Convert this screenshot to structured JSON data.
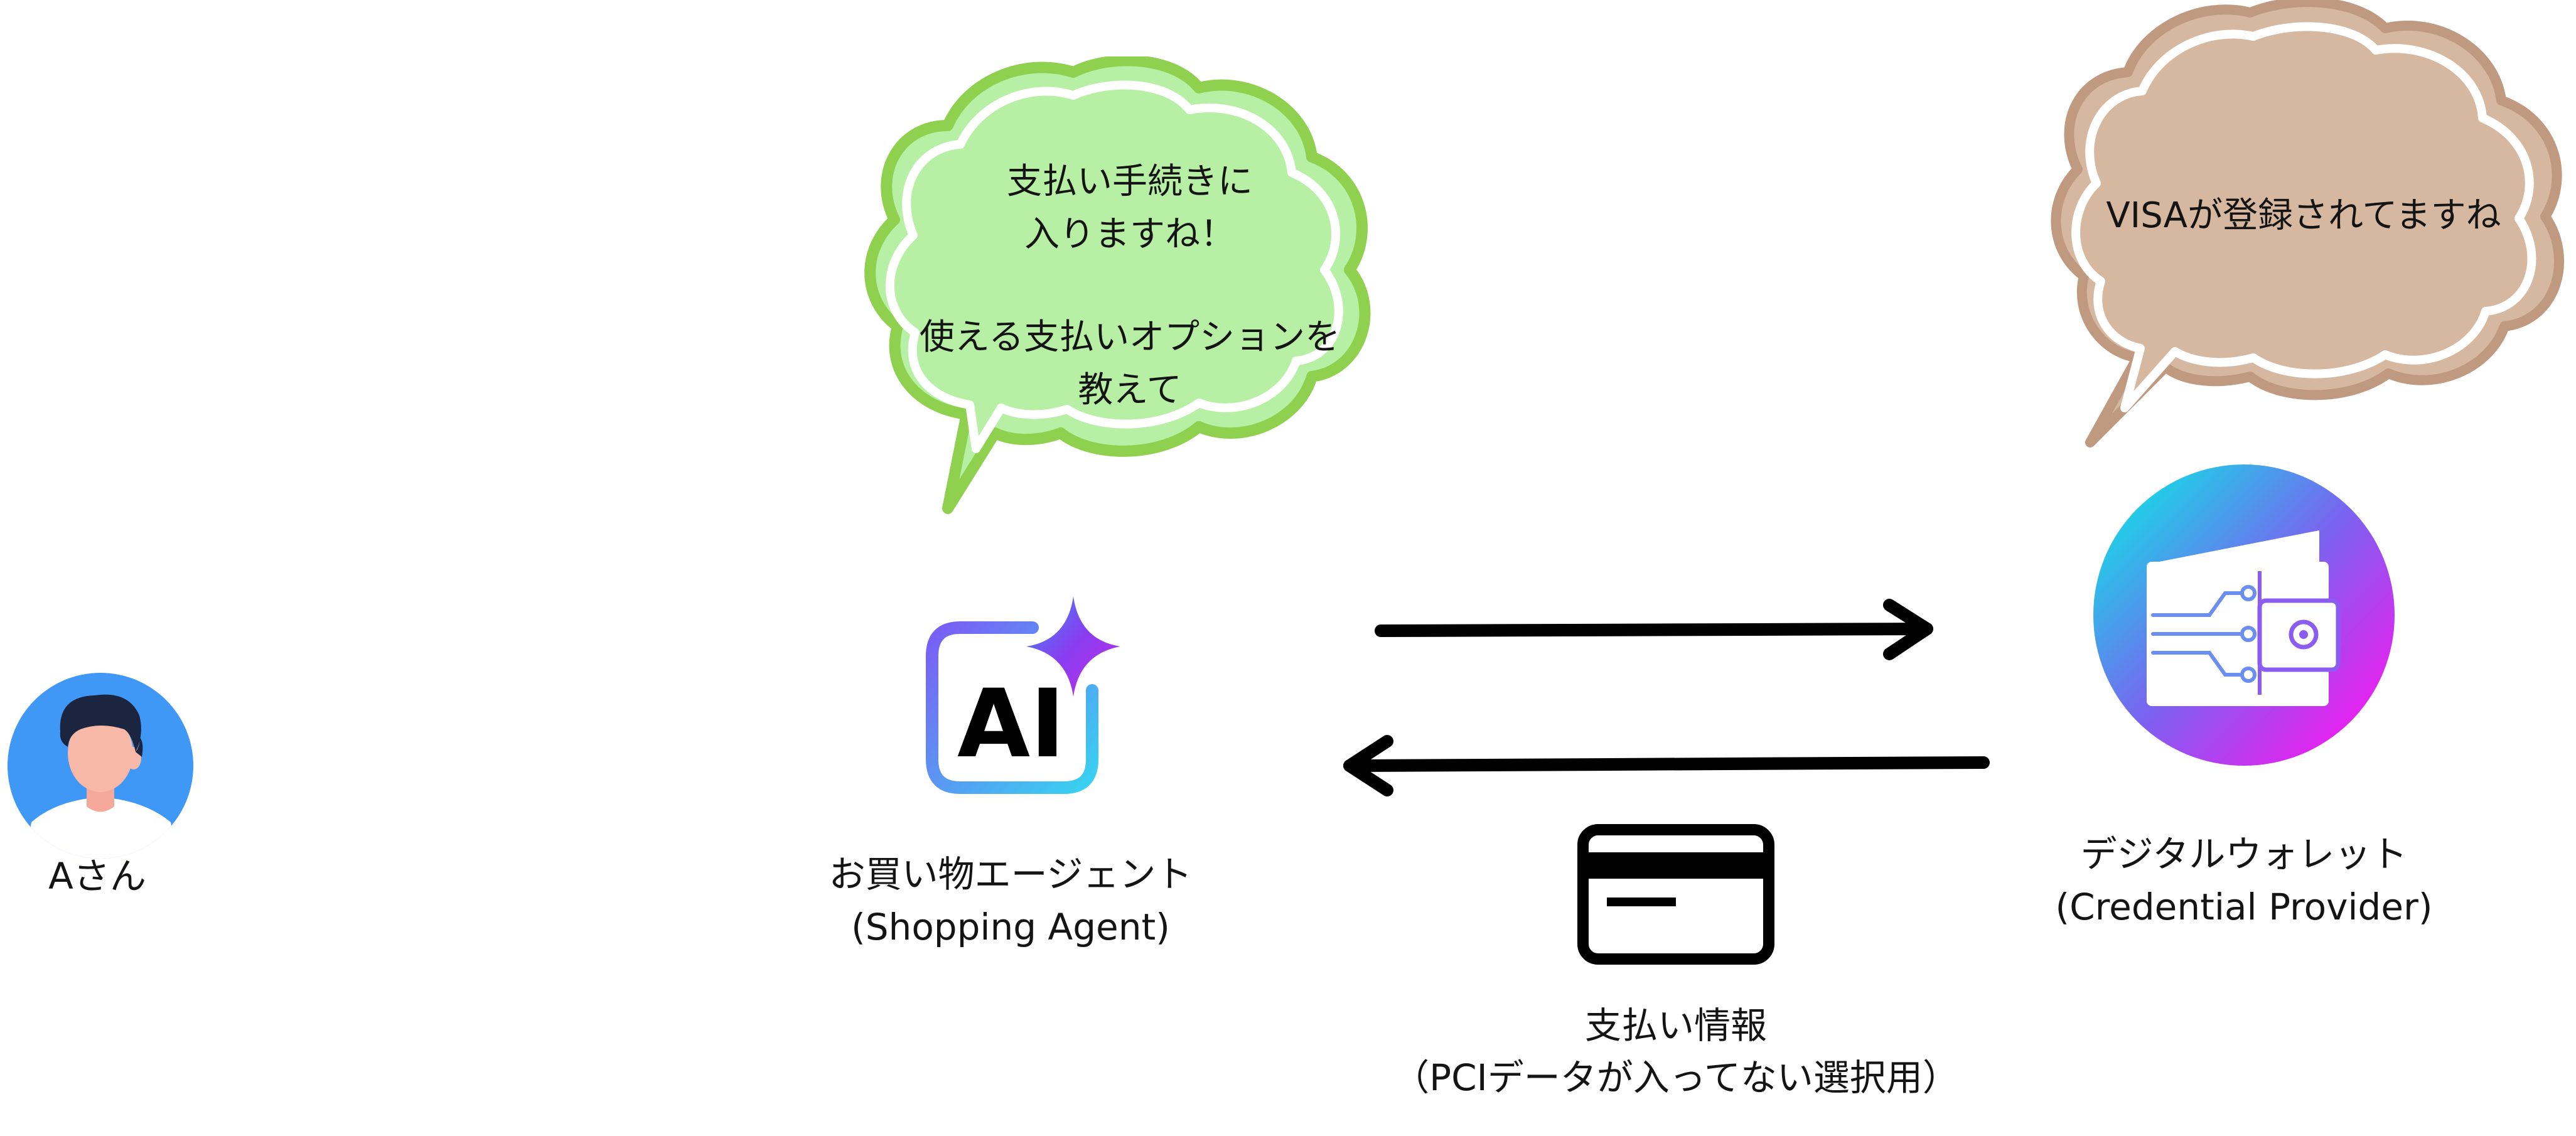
{
  "actors": {
    "user": {
      "label": "Aさん",
      "icon": "user-avatar-icon"
    },
    "agent": {
      "label_line1": "お買い物エージェント",
      "label_line2": "(Shopping Agent)",
      "icon": "ai-sparkle-icon"
    },
    "wallet": {
      "label_line1": "デジタルウォレット",
      "label_line2": "(Credential Provider)",
      "icon": "digital-wallet-icon"
    }
  },
  "bubbles": {
    "agent": {
      "line1": "支払い手続きに",
      "line2": "入りますね！",
      "line3": "使える支払いオプションを",
      "line4": "教えて",
      "fill": "#b7f0a4",
      "stroke": "#8fd14f"
    },
    "wallet": {
      "line1": "VISAが登録されてますね",
      "fill": "#d6b8a0",
      "stroke": "#c09a80"
    }
  },
  "flows": {
    "request_direction": "agent-to-wallet",
    "response_direction": "wallet-to-agent"
  },
  "payment_info": {
    "label_line1": "支払い情報",
    "label_line2": "（PCIデータが入ってない選択用）",
    "icon": "credit-card-icon"
  },
  "colors": {
    "avatar_bg": "#3f98f5",
    "ai_gradient_start": "#7b5cf5",
    "ai_gradient_end": "#38d3f0",
    "wallet_gradient_start": "#18d8e6",
    "wallet_gradient_mid": "#7a63f0",
    "wallet_gradient_end": "#f01cf0",
    "arrow": "#000000"
  }
}
